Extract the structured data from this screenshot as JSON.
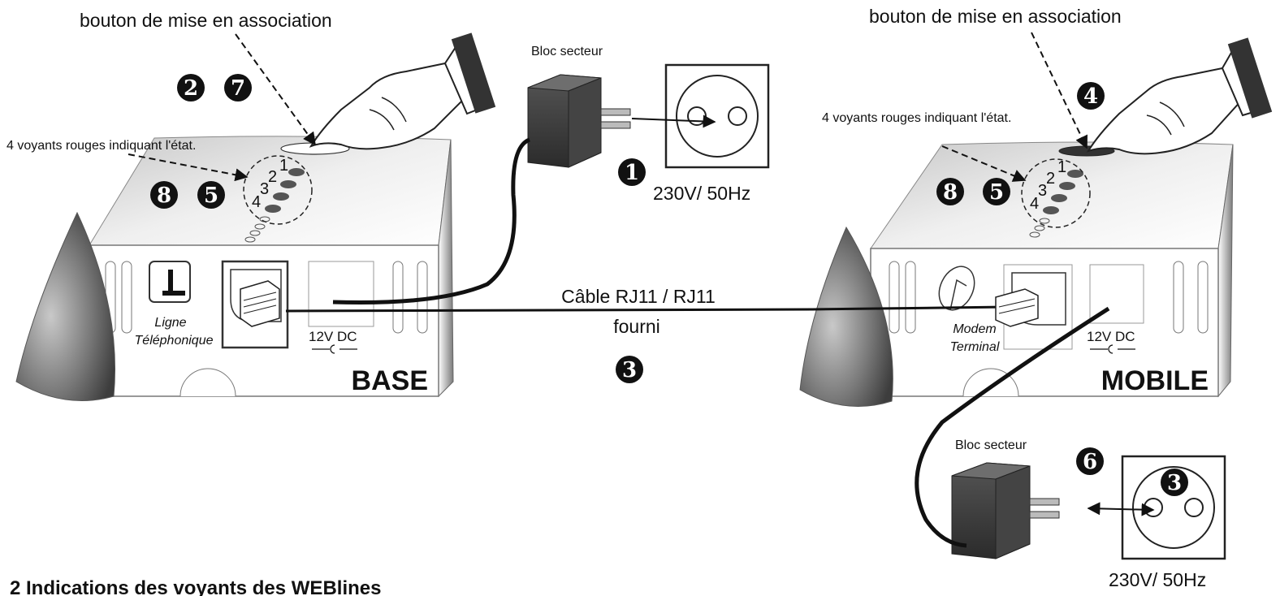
{
  "labels": {
    "pair_button_left": "bouton de mise en association",
    "pair_button_right": "bouton de mise en association",
    "leds_left": "4 voyants rouges indiquant l'état.",
    "leds_right": "4 voyants rouges indiquant l'état.",
    "power_block_top": "Bloc secteur",
    "power_block_bottom": "Bloc secteur",
    "voltage_top": "230V/ 50Hz",
    "voltage_bottom": "230V/ 50Hz",
    "cable_line1": "Câble RJ11 / RJ11",
    "cable_line2": "fourni",
    "base_port_line1": "Ligne",
    "base_port_line2": "Téléphonique",
    "mobile_port_line1": "Modem",
    "mobile_port_line2": "Terminal",
    "dc_left": "12V DC",
    "dc_right": "12V DC",
    "base_name": "BASE",
    "mobile_name": "MOBILE",
    "section_heading": "2 Indications des voyants des WEBlines"
  },
  "led_numbers": [
    "1",
    "2",
    "3",
    "4"
  ],
  "badges": {
    "b2": "2",
    "b7": "7",
    "b8_left": "8",
    "b5_left": "5",
    "b1": "1",
    "b3_cable": "3",
    "b4": "4",
    "b8_right": "8",
    "b5_right": "5",
    "b6": "6",
    "b3_socket": "3"
  },
  "colors": {
    "badge": "#111111",
    "device_top": "#9a9a9a",
    "power_block": "#3a3a3a"
  }
}
